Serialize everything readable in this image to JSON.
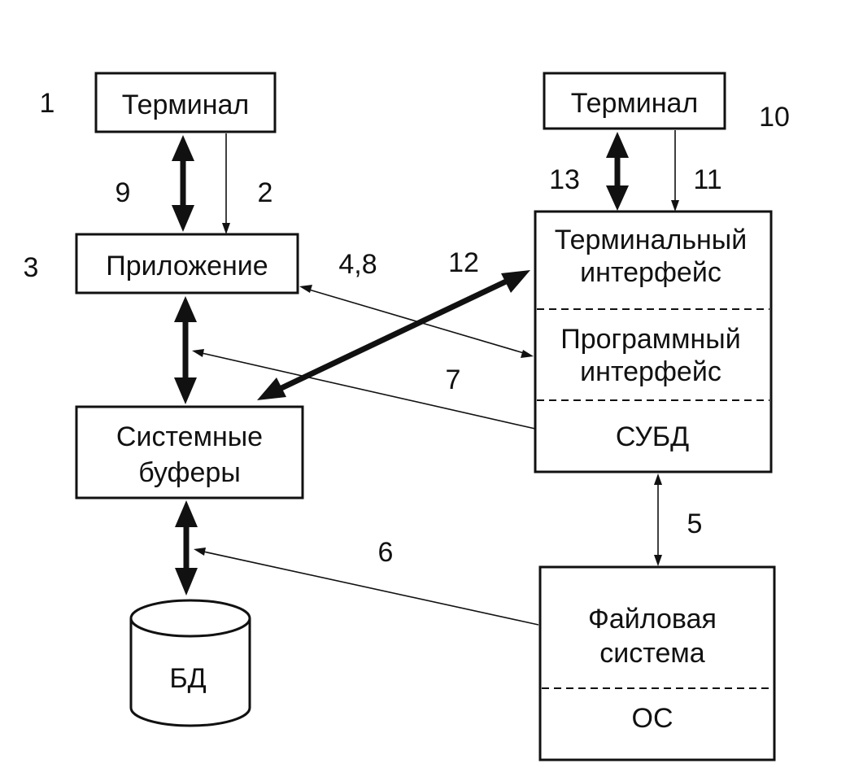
{
  "nodes": {
    "terminal_left": "Терминал",
    "terminal_right": "Терминал",
    "application": "Приложение",
    "system_buffers": [
      "Системные",
      "буферы"
    ],
    "database": "БД",
    "dbms_terminal_interface": [
      "Терминальный",
      "интерфейс"
    ],
    "dbms_program_interface": [
      "Программный",
      "интерфейс"
    ],
    "dbms": "СУБД",
    "file_system": [
      "Файловая",
      "система"
    ],
    "os": "ОС"
  },
  "numbers": {
    "n1": "1",
    "n2": "2",
    "n3": "3",
    "n4_8": "4,8",
    "n5": "5",
    "n6": "6",
    "n7": "7",
    "n9": "9",
    "n10": "10",
    "n11": "11",
    "n12": "12",
    "n13": "13"
  }
}
